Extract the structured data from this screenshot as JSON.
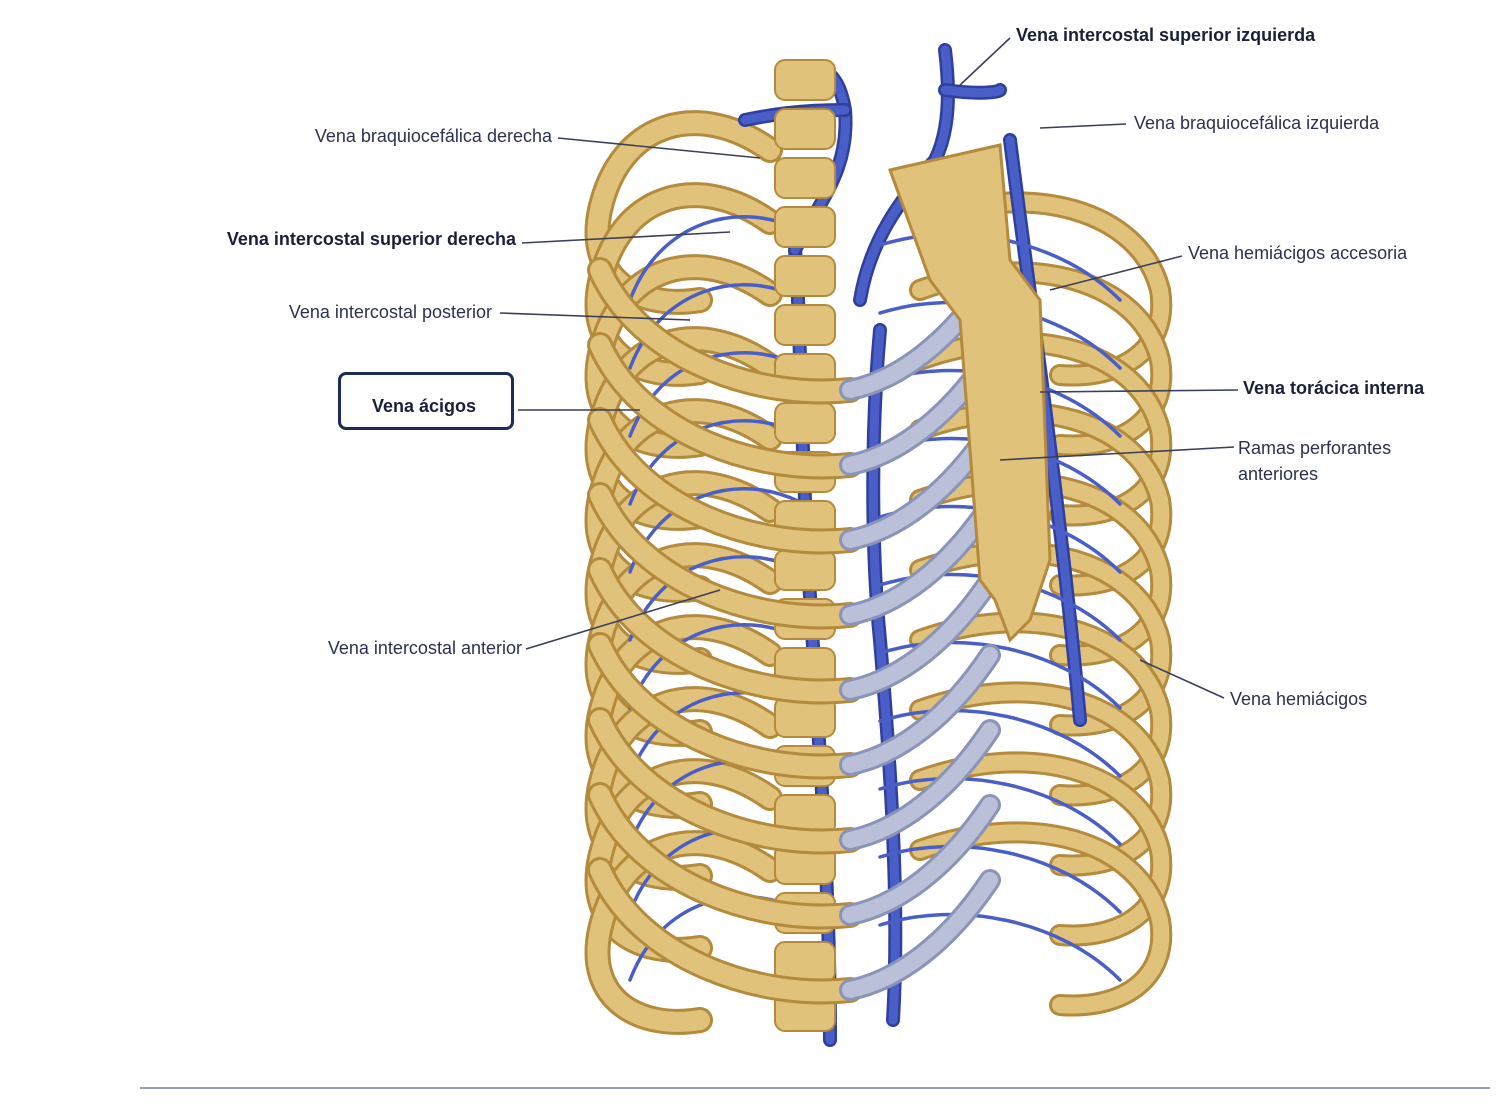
{
  "figure": {
    "subject": "Caja torácica con sistema venoso ácigos",
    "colors": {
      "bone": "#e0c27a",
      "bone_shadow": "#b48a3c",
      "vein": "#4a5ec8",
      "vein_dark": "#2e3f9e",
      "cartilage": "#b9c0d8",
      "leader": "#3a3f5a",
      "highlight_box": "#1e2a5a"
    }
  },
  "labels": {
    "l_sup_izq": "Vena intercostal superior izquierda",
    "l_braq_izq": "Vena braquiocefálica izquierda",
    "l_hemi_acc": "Vena hemiácigos accesoria",
    "l_toracica": "Vena torácica interna",
    "l_ramas": "Ramas perforantes anteriores",
    "l_hemi": "Vena hemiácigos",
    "l_braq_der": "Vena braquiocefálica derecha",
    "l_sup_der": "Vena intercostal superior derecha",
    "l_post": "Vena intercostal posterior",
    "l_acigos": "Vena ácigos",
    "l_ant": "Vena intercostal anterior"
  }
}
